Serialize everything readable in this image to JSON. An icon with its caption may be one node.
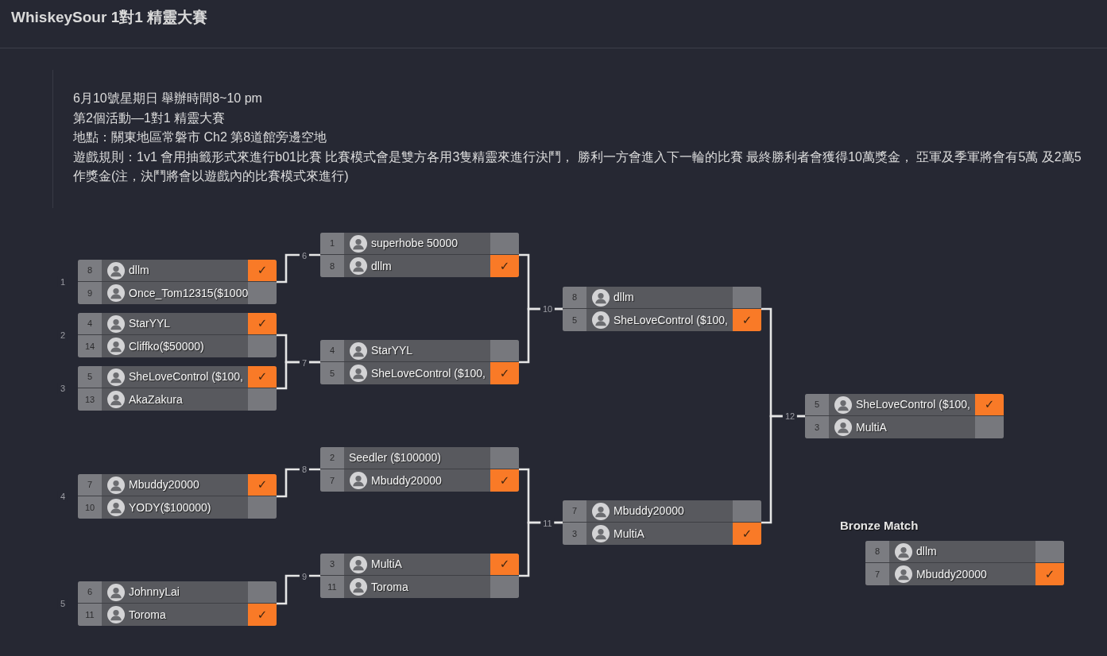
{
  "diagram": {
    "title": "WhiskeySour 1對1 精靈大賽",
    "nodes": [
      {
        "text": [],
        "shape": "box",
        "beside": [
          "1"
        ]
      },
      {
        "text": [
          "8",
          "dllm",
          "✓"
        ],
        "in": 0
      },
      {
        "text": [
          "9",
          "Once_Tom12315($1000"
        ],
        "in": 0
      },
      {
        "text": [],
        "shape": "box",
        "beside": [
          "2"
        ]
      },
      {
        "text": [
          "4",
          "StarYYL",
          "✓"
        ],
        "in": 3
      },
      {
        "text": [
          "14",
          "Cliffko($50000)"
        ],
        "in": 3
      },
      {
        "text": [],
        "shape": "box",
        "beside": [
          "3"
        ]
      },
      {
        "text": [
          "5",
          "SheLoveControl ($100,",
          "✓"
        ],
        "in": 6
      },
      {
        "text": [
          "13",
          "AkaZakura"
        ],
        "in": 6
      },
      {
        "text": [],
        "shape": "box",
        "beside": [
          "4"
        ]
      },
      {
        "text": [
          "7",
          "Mbuddy20000",
          "✓"
        ],
        "in": 9
      },
      {
        "text": [
          "10",
          "YODY($100000)"
        ],
        "in": 9
      },
      {
        "text": [],
        "shape": "box",
        "beside": [
          "5"
        ]
      },
      {
        "text": [
          "6",
          "JohnnyLai"
        ],
        "in": 12
      },
      {
        "text": [
          "11",
          "Toroma",
          "✓"
        ],
        "in": 12
      },
      {
        "text": [],
        "shape": "box",
        "beside": [
          "6"
        ]
      },
      {
        "text": [
          "1",
          "superhobe 50000"
        ],
        "in": 15
      },
      {
        "text": [
          "8",
          "dllm",
          "✓"
        ],
        "in": 15
      },
      {
        "text": [],
        "shape": "box",
        "beside": [
          "7"
        ]
      },
      {
        "text": [
          "4",
          "StarYYL"
        ],
        "in": 18
      },
      {
        "text": [
          "5",
          "SheLoveControl ($100,",
          "✓"
        ],
        "in": 18
      },
      {
        "text": [],
        "shape": "box",
        "beside": [
          "8"
        ]
      },
      {
        "text": [
          "2",
          "Seedler ($100000)"
        ],
        "in": 21
      },
      {
        "text": [
          "7",
          "Mbuddy20000",
          "✓"
        ],
        "in": 21
      },
      {
        "text": [],
        "shape": "box",
        "beside": [
          "9"
        ]
      },
      {
        "text": [
          "3",
          "MultiA",
          "✓"
        ],
        "in": 24
      },
      {
        "text": [
          "11",
          "Toroma"
        ],
        "in": 24
      },
      {
        "text": [],
        "shape": "box",
        "beside": [
          "10"
        ]
      },
      {
        "text": [
          "8",
          "dllm"
        ],
        "in": 27
      },
      {
        "text": [
          "5",
          "SheLoveControl ($100,",
          "✓"
        ],
        "in": 27
      },
      {
        "text": [],
        "shape": "box",
        "beside": [
          "11"
        ]
      },
      {
        "text": [
          "7",
          "Mbuddy20000"
        ],
        "in": 30
      },
      {
        "text": [
          "3",
          "MultiA",
          "✓"
        ],
        "in": 30
      },
      {
        "text": [],
        "shape": "box",
        "beside": [
          "12"
        ]
      },
      {
        "text": [
          "5",
          "SheLoveControl ($100,",
          "✓"
        ],
        "in": 33
      },
      {
        "text": [
          "3",
          "MultiA"
        ],
        "in": 33
      },
      {
        "text": [
          "Bronze Match"
        ]
      },
      {
        "text": [
          "8",
          "dllm"
        ],
        "in": 36
      },
      {
        "text": [
          "7",
          "Mbuddy20000",
          "✓"
        ],
        "in": 36
      }
    ],
    "edges": [
      {
        "from": 0,
        "to": 15,
        "arrow": "none"
      },
      {
        "from": 3,
        "to": 18,
        "arrow": "none"
      },
      {
        "from": 6,
        "to": 18,
        "arrow": "none"
      },
      {
        "from": 9,
        "to": 21,
        "arrow": "none"
      },
      {
        "from": 12,
        "to": 24,
        "arrow": "none"
      },
      {
        "from": 15,
        "to": 27,
        "arrow": "none"
      },
      {
        "from": 18,
        "to": 27,
        "arrow": "none"
      },
      {
        "from": 21,
        "to": 30,
        "arrow": "none"
      },
      {
        "from": 24,
        "to": 30,
        "arrow": "none"
      },
      {
        "from": 27,
        "to": 33,
        "arrow": "none"
      },
      {
        "from": 30,
        "to": 33,
        "arrow": "none"
      }
    ],
    "labels": [
      "6月10號星期日 舉辦時間8~10 pm",
      "第2個活動—1對1 精靈大賽",
      "地點：關東地區常磐市 Ch2 第8道館旁邊空地",
      "遊戲規則：1v1 會用抽籤形式來進行b01比賽 比賽模式會是雙方各用3隻精靈來進行決鬥， 勝利一方會進入下一輪的比賽 最終勝利者會獲得10萬獎金， 亞軍及季軍將會有5萬 及2萬5作獎金(注，決鬥將會以遊戲內的比賽模式來進行)"
    ]
  }
}
